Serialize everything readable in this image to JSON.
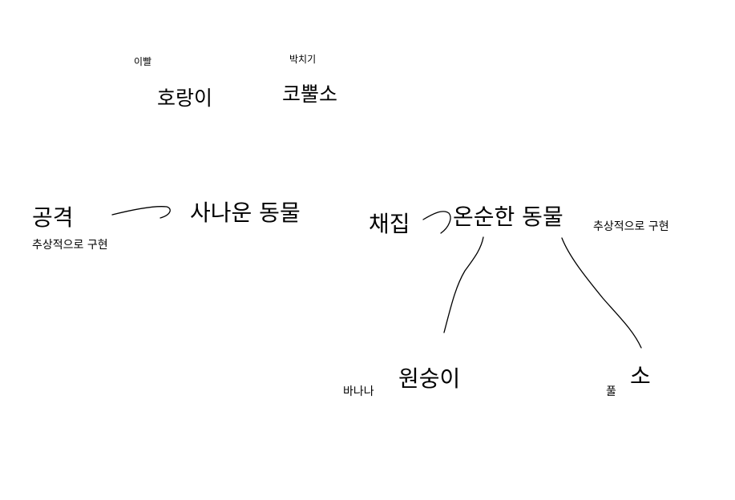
{
  "diagram": {
    "stroke_color": "#000000",
    "background_color": "#ffffff",
    "labels": {
      "tiger_note": "이빨",
      "tiger": "호랑이",
      "rhino_note": "박치기",
      "rhino": "코뿔소",
      "attack": "공격",
      "attack_note": "추상적으로 구현",
      "fierce_animal": "사나운 동물",
      "gather": "채집",
      "gentle_animal": "온순한 동물",
      "gentle_note": "추상적으로 구현",
      "monkey_note": "바나나",
      "monkey": "원숭이",
      "cow_note": "풀",
      "cow": "소"
    }
  }
}
